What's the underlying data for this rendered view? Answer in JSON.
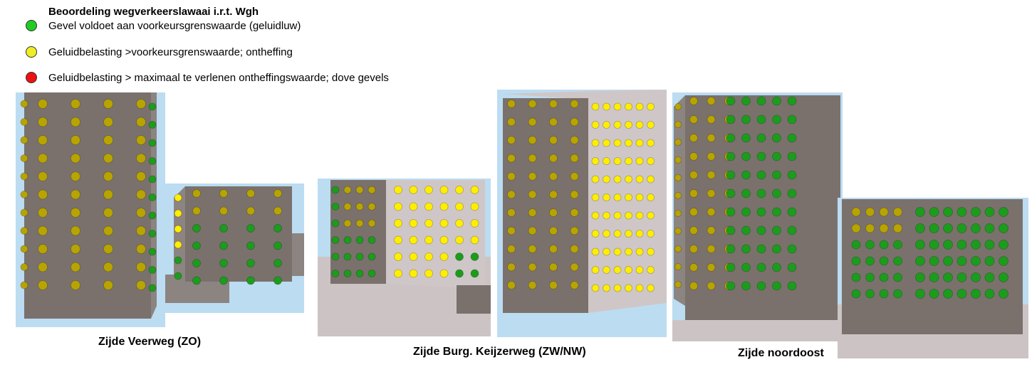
{
  "legend": {
    "title": "Beoordeling wegverkeerslawaai i.r.t. Wgh",
    "items": [
      {
        "label": "Gevel voldoet aan voorkeursgrenswaarde (geluidluw)",
        "color": "#22cc22"
      },
      {
        "label": "Geluidbelasting >voorkeursgrenswaarde; ontheffing",
        "color": "#eeee22"
      },
      {
        "label": "Geluidbelasting > maximaal te verlenen ontheffingswaarde; dove gevels",
        "color": "#ee1111"
      }
    ]
  },
  "colors": {
    "sky": "#bcdcf2",
    "ground": "#ccc4c4",
    "facade_dark": "#7a716d",
    "facade_mid": "#8c8480",
    "facade_light": "#cfc7c7",
    "green": "#1c9c1c",
    "yellow_dull": "#b8a400",
    "yellow_bright": "#ffee00"
  },
  "captions": {
    "veerweg": "Zijde Veerweg (ZO)",
    "keijzerweg": "Zijde Burg. Keijzerweg (ZW/NW)",
    "noordoost": "Zijde noordoost"
  }
}
